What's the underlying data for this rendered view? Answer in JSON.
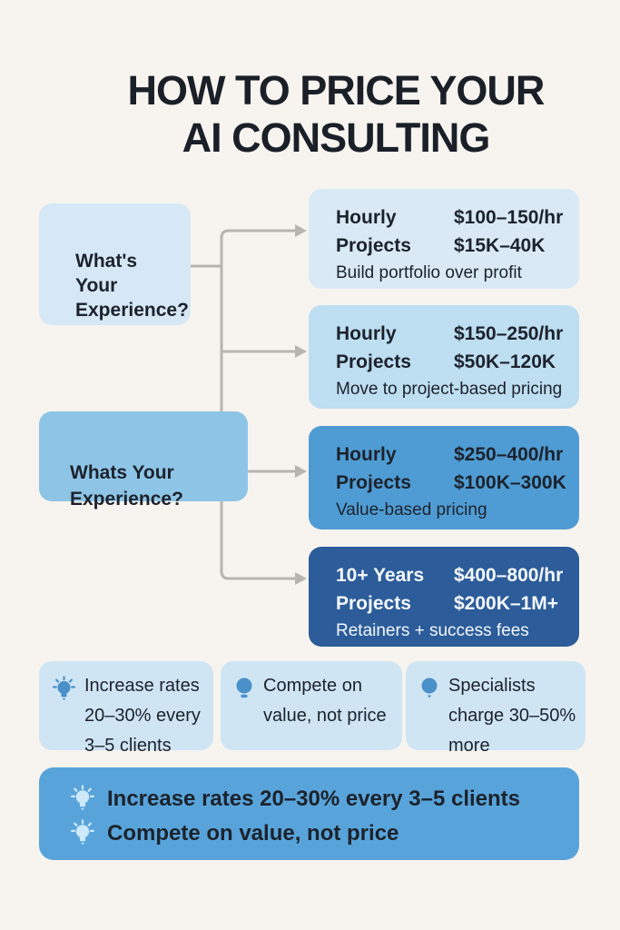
{
  "title": {
    "line1": "HOW TO PRICE YOUR",
    "line2": "AI CONSULTING"
  },
  "flow": {
    "questions": [
      {
        "text": "What's\nYour\nExperience?"
      },
      {
        "text": "Whats Your\nExperience?"
      }
    ],
    "tiers": [
      {
        "rows": [
          {
            "label": "Hourly",
            "value": "$100–150/hr"
          },
          {
            "label": "Projects",
            "value": "$15K–40K"
          }
        ],
        "note": "Build portfolio over profit"
      },
      {
        "rows": [
          {
            "label": "Hourly",
            "value": "$150–250/hr"
          },
          {
            "label": "Projects",
            "value": "$50K–120K"
          }
        ],
        "note": "Move to project-based pricing"
      },
      {
        "rows": [
          {
            "label": "Hourly",
            "value": "$250–400/hr"
          },
          {
            "label": "Projects",
            "value": "$100K–300K"
          }
        ],
        "note": "Value-based pricing"
      },
      {
        "rows": [
          {
            "label": "10+ Years",
            "value": "$400–800/hr"
          },
          {
            "label": "Projects",
            "value": "$200K–1M+"
          }
        ],
        "note": "Retainers + success fees"
      }
    ]
  },
  "tips": [
    {
      "icon": "lightbulb-rays-icon",
      "text": "Increase rates 20–30% every 3–5 clients"
    },
    {
      "icon": "lightbulb-icon",
      "text": "Compete on value, not price"
    },
    {
      "icon": "lightbulb-icon",
      "text": "Specialists charge 30–50% more"
    }
  ],
  "banner": {
    "items": [
      {
        "icon": "lightbulb-rays-icon",
        "text": "Increase rates 20–30% every 3–5 clients"
      },
      {
        "icon": "lightbulb-rays-icon",
        "text": "Compete on value, not price"
      }
    ]
  },
  "colors": {
    "background": "#f7f4ef",
    "title_text": "#1a1f28",
    "text_dark": "#1c222c",
    "text_light": "#f4f8fc",
    "question1_bg": "#d6e8f5",
    "question2_bg": "#8ec5e6",
    "tier1_bg": "#d9eaf6",
    "tier2_bg": "#bedef1",
    "tier3_bg": "#4f9cd4",
    "tier4_bg": "#2c5c99",
    "tip_bg": "#d0e5f4",
    "banner_bg": "#58a4da",
    "connector": "#b6b5b0",
    "bulb_blue": "#4a90c9",
    "bulb_light": "#cde9fa"
  }
}
